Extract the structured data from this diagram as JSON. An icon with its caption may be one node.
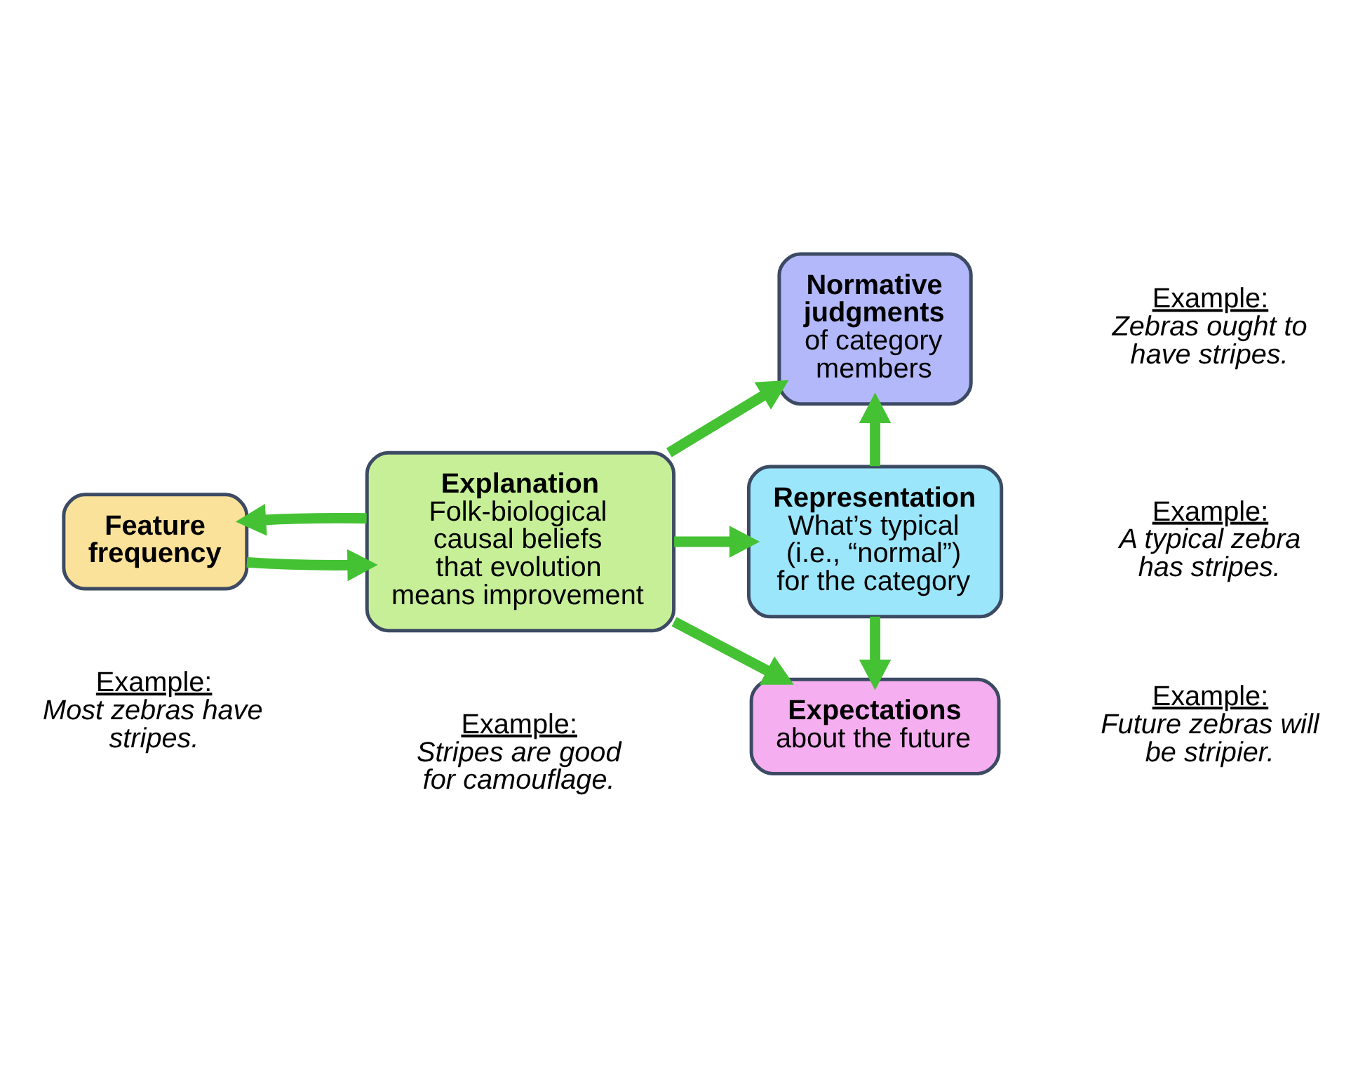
{
  "diagram": {
    "nodes": [
      {
        "text": [
          "Feature frequency"
        ],
        "beside": [
          "Example:",
          "Most zebras have stripes."
        ]
      },
      {
        "text": [
          "Explanation",
          "Folk-biological causal beliefs that evolution means improvement"
        ],
        "beside": [
          "Example:",
          "Stripes are good for camouflage."
        ]
      },
      {
        "text": [
          "Normative judgments",
          "of category members"
        ],
        "beside": [
          "Example:",
          "Zebras ought to have stripes."
        ]
      },
      {
        "text": [
          "Representation",
          "What’s typical (i.e., “normal”) for the category"
        ],
        "beside": [
          "Example:",
          "A typical zebra has stripes."
        ]
      },
      {
        "text": [
          "Expectations",
          "about the future"
        ],
        "beside": [
          "Example:",
          "Future zebras will be stripier."
        ]
      }
    ],
    "edges": [
      {
        "from": 0,
        "to": 1,
        "arrow": "to"
      },
      {
        "from": 1,
        "to": 0,
        "arrow": "to"
      },
      {
        "from": 1,
        "to": 2,
        "arrow": "to"
      },
      {
        "from": 1,
        "to": 3,
        "arrow": "to"
      },
      {
        "from": 1,
        "to": 4,
        "arrow": "to"
      },
      {
        "from": 3,
        "to": 2,
        "arrow": "to"
      },
      {
        "from": 3,
        "to": 4,
        "arrow": "to"
      }
    ]
  }
}
